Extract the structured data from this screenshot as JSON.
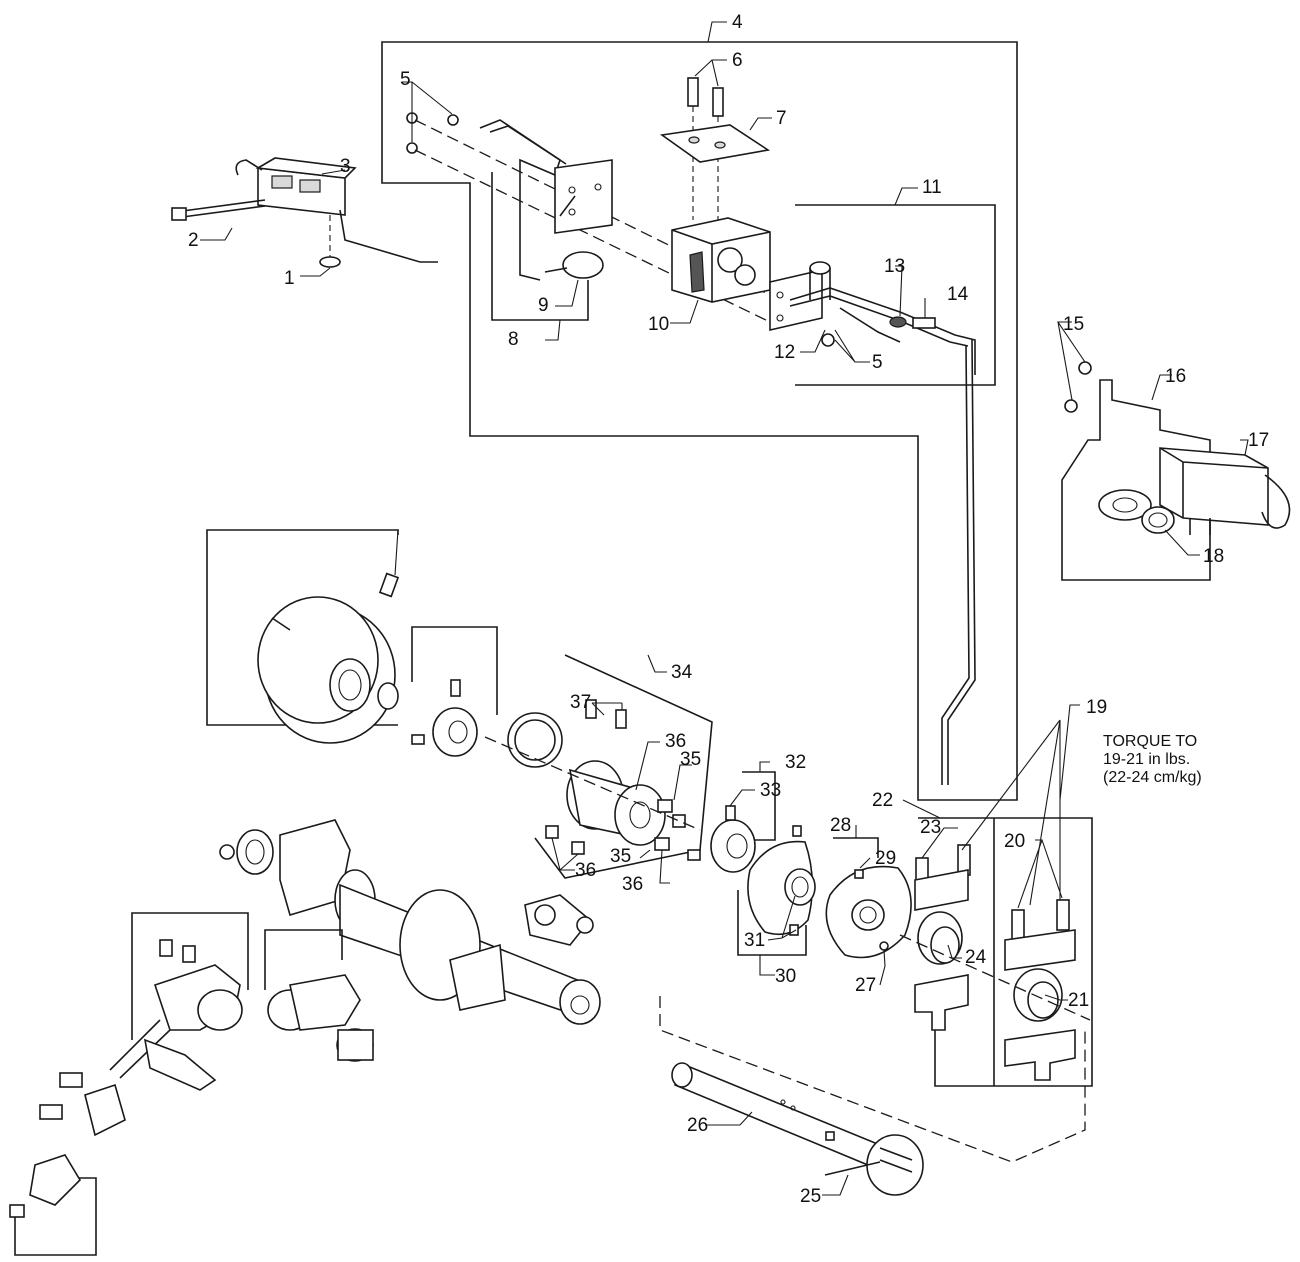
{
  "callouts": {
    "c1": "1",
    "c2": "2",
    "c3": "3",
    "c4": "4",
    "c5a": "5",
    "c5b": "5",
    "c6": "6",
    "c7": "7",
    "c8": "8",
    "c9": "9",
    "c10": "10",
    "c11": "11",
    "c12": "12",
    "c13": "13",
    "c14": "14",
    "c15": "15",
    "c16": "16",
    "c17": "17",
    "c18": "18",
    "c19": "19",
    "c20": "20",
    "c21": "21",
    "c22": "22",
    "c23": "23",
    "c24": "24",
    "c25": "25",
    "c26": "26",
    "c27": "27",
    "c28": "28",
    "c29": "29",
    "c30": "30",
    "c31": "31",
    "c32": "32",
    "c33": "33",
    "c34": "34",
    "c35a": "35",
    "c35b": "35",
    "c36a": "36",
    "c36b": "36",
    "c36c": "36",
    "c37": "37"
  },
  "torque_note": {
    "line1": "TORQUE TO",
    "line2": "19-21 in lbs.",
    "line3": "(22-24 cm/kg)"
  }
}
